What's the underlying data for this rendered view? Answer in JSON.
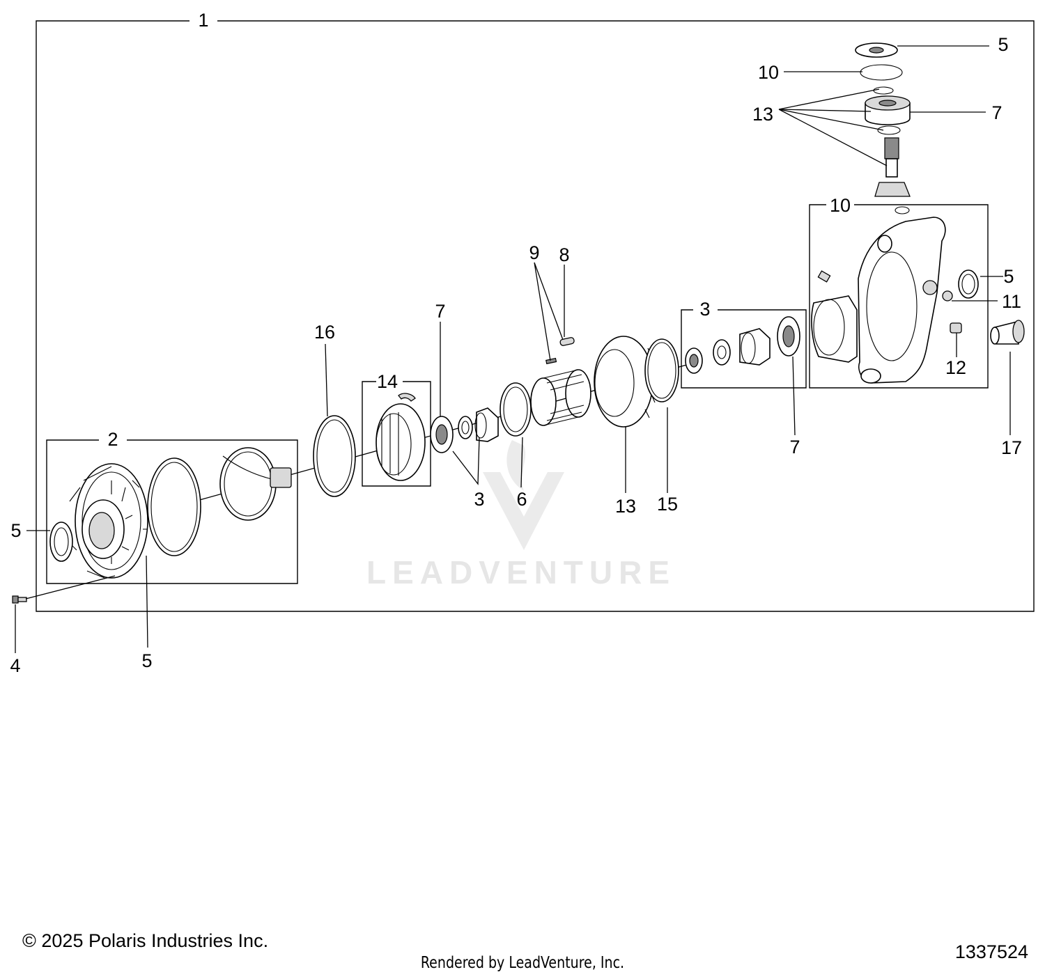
{
  "callouts": {
    "c1": "1",
    "c2": "2",
    "c3_left": "3",
    "c3_box": "3",
    "c4": "4",
    "c5_top": "5",
    "c5_right": "5",
    "c5_left": "5",
    "c5_bottom": "5",
    "c6": "6",
    "c7_left": "7",
    "c7_right": "7",
    "c7_top": "7",
    "c8": "8",
    "c9": "9",
    "c10_top": "10",
    "c10_box": "10",
    "c11": "11",
    "c12": "12",
    "c13_top": "13",
    "c13_mid": "13",
    "c14": "14",
    "c15": "15",
    "c16": "16",
    "c17": "17"
  },
  "watermark": {
    "text": "LEADVENTURE"
  },
  "footer": {
    "copyright": "© 2025 Polaris Industries Inc.",
    "rendered_by": "Rendered by LeadVenture, Inc.",
    "diagram_number": "1337524"
  }
}
